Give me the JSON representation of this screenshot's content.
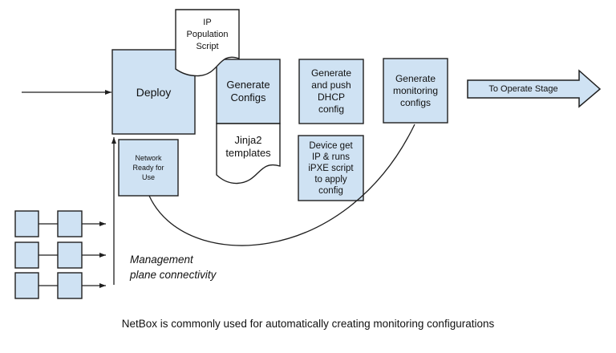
{
  "diagram": {
    "caption": "NetBox is commonly used for automatically creating monitoring configurations",
    "nodes": {
      "deploy": "Deploy",
      "ip_population_script": "IP\nPopulation\nScript",
      "generate_configs": "Generate\nConfigs",
      "jinja2_templates": "Jinja2\ntemplates",
      "generate_push_dhcp_config": "Generate\nand push\nDHCP\nconfig",
      "device_get_ip": "Device get\nIP & runs\niPXE script\nto apply\nconfig",
      "generate_monitoring_configs": "Generate\nmonitoring\nconfigs",
      "network_ready_for_use": "Network\nReady for\nUse",
      "to_operate_stage": "To Operate Stage",
      "management_plane": "Management\nplane connectivity"
    },
    "colors": {
      "node_fill": "#cfe2f3",
      "node_border": "#1f1f1f",
      "document_fill": "#ffffff",
      "connector": "#1f1f1f",
      "text": "#111111",
      "background": "#ffffff"
    }
  }
}
